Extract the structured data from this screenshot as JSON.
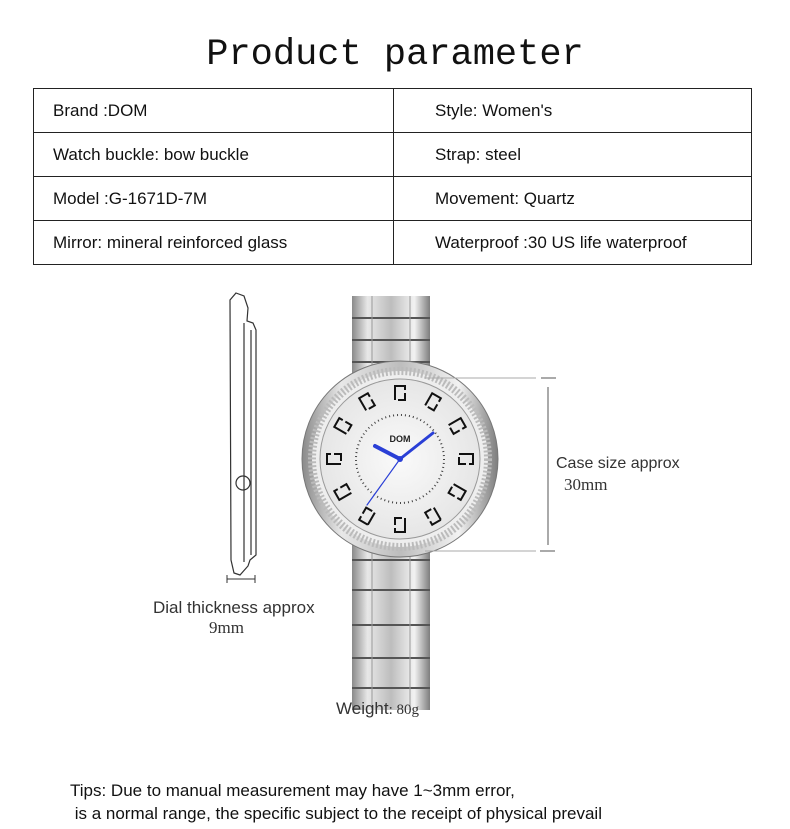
{
  "title": "Product parameter",
  "params": [
    {
      "left": "Brand :DOM",
      "right": "Style: Women's"
    },
    {
      "left": "Watch buckle: bow buckle",
      "right": "Strap: steel"
    },
    {
      "left": "Model :G-1671D-7M",
      "right": "Movement: Quartz"
    },
    {
      "left": "Mirror: mineral reinforced glass",
      "right": "Waterproof :30 US life waterproof"
    }
  ],
  "dimensions": {
    "case_label": "Case size approx",
    "case_value": "30mm",
    "thickness_label": "Dial thickness approx",
    "thickness_value": "9mm",
    "weight_label": "Weight",
    "weight_value": ": 80g"
  },
  "watch": {
    "logo": "DOM",
    "hand_color": "#2a3fd6"
  },
  "tips": [
    "Tips: Due to manual measurement may have 1~3mm error,",
    " is a normal range, the specific subject to the receipt of physical prevail"
  ]
}
